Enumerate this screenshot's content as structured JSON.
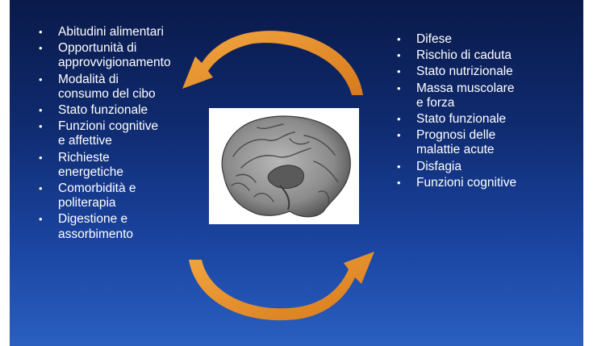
{
  "left_list": [
    "Abitudini alimentari",
    "Opportunità di\napprovvigionamento",
    "Modalità di\nconsumo del cibo",
    "Stato funzionale",
    "Funzioni cognitive\ne affettive",
    "Richieste\nenergetiche",
    "Comorbidità e\npoliterapia",
    "Digestione e\nassorbimento"
  ],
  "right_list": [
    "Difese",
    "Rischio di caduta",
    "Stato nutrizionale",
    "Massa muscolare\ne forza",
    "Stato funzionale",
    "Prognosi delle\nmalattie acute",
    "Disfagia",
    "Funzioni cognitive"
  ],
  "icons": {
    "top_arrow": "curved-arrow-left-icon",
    "bottom_arrow": "curved-arrow-right-icon",
    "brain": "brain-image"
  },
  "colors": {
    "arrow": "#e8902a",
    "background_top": "#0a1a4a",
    "background_bottom": "#2a5fc0"
  }
}
